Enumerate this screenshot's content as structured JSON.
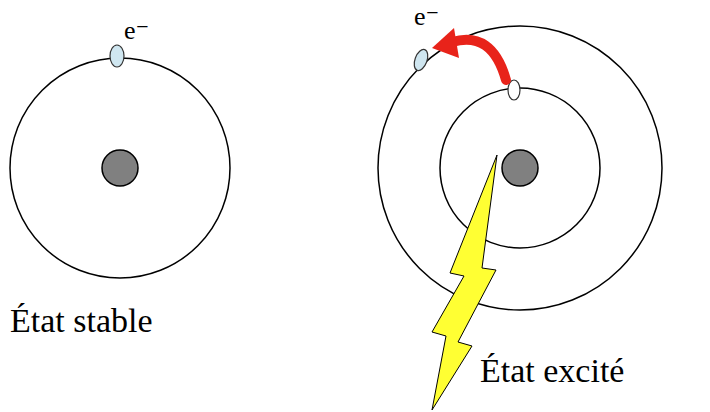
{
  "diagram": {
    "labels": [
      "e⁻",
      "État stable",
      "e⁻",
      "État excité"
    ]
  }
}
